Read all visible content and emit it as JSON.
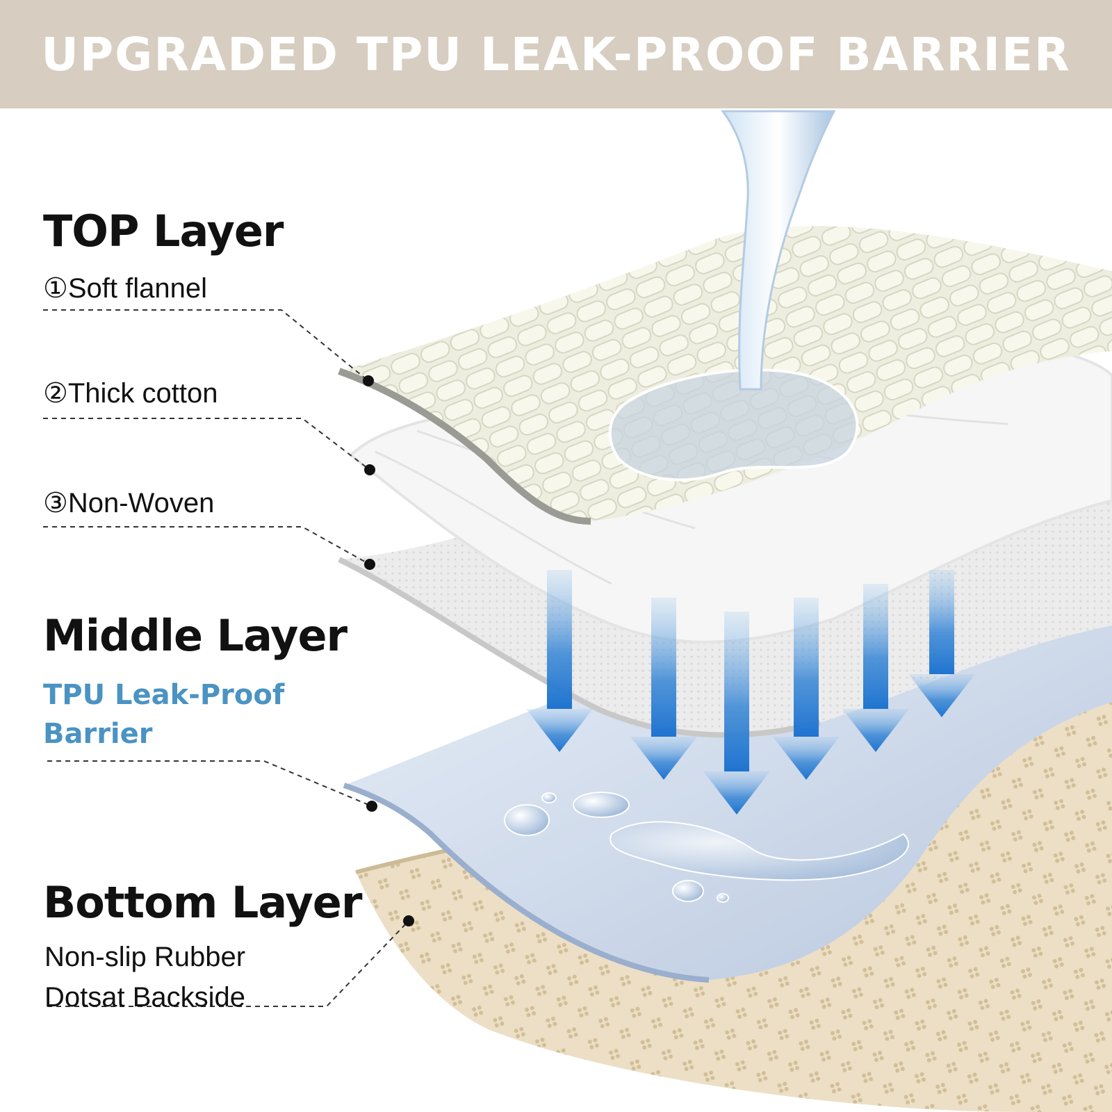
{
  "banner": {
    "title": "UPGRADED TPU LEAK-PROOF BARRIER"
  },
  "colors": {
    "banner_bg": "#d7cdc0",
    "accent_blue": "#4a93c3",
    "flannel": "#eeeee0",
    "cotton": "#f6f6f6",
    "nonwoven": "#ebebeb",
    "tpu": "#c9d6e8",
    "rubber": "#ecdfc6"
  },
  "layers": {
    "top": {
      "heading": "TOP Layer",
      "items": [
        "①Soft flannel",
        "②Thick cotton",
        "③Non-Woven"
      ]
    },
    "middle": {
      "heading": "Middle Layer",
      "sub_line1": "TPU Leak-Proof",
      "sub_line2": "Barrier"
    },
    "bottom": {
      "heading": "Bottom Layer",
      "sub_line1": "Non-slip Rubber",
      "sub_line2": "Dotsat Backside"
    }
  },
  "icons": [
    "water-stream-icon",
    "down-arrow-icon",
    "water-droplet-icon"
  ]
}
